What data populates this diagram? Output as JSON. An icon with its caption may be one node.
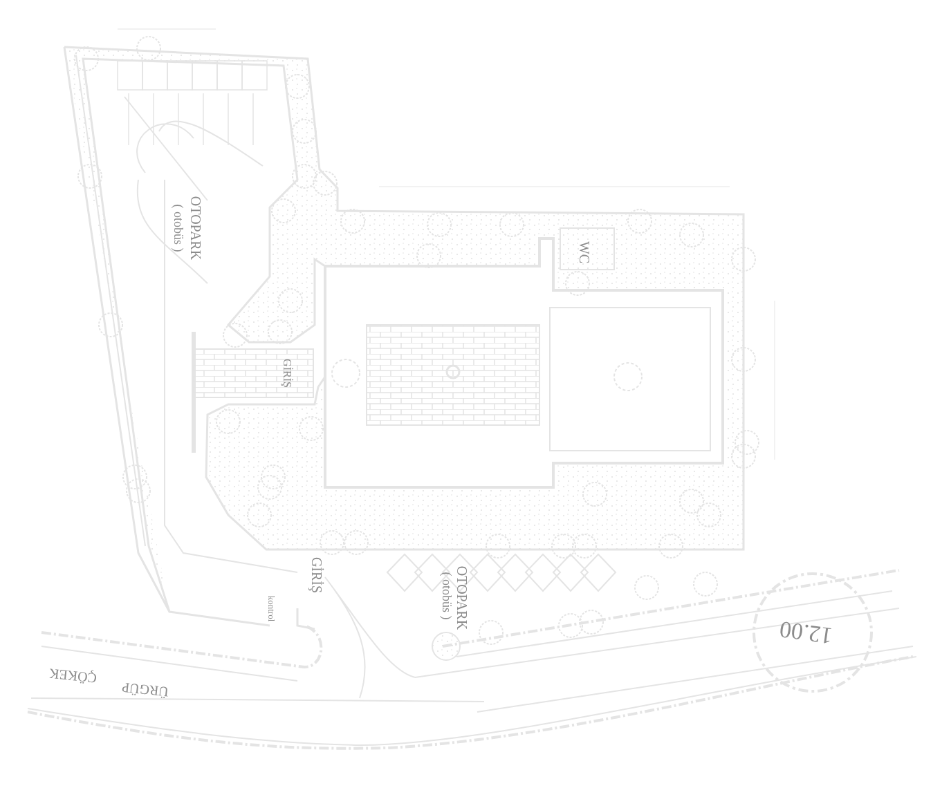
{
  "diagram": {
    "labels": [
      "OTOPARK",
      "( otobüs )",
      "WC",
      "GİRİŞ",
      "GİRİŞ",
      "kontrol",
      "OTOPARK",
      "( otobüs )",
      "12.00",
      "ÇÖKEK",
      "ÜRGÜP"
    ]
  }
}
